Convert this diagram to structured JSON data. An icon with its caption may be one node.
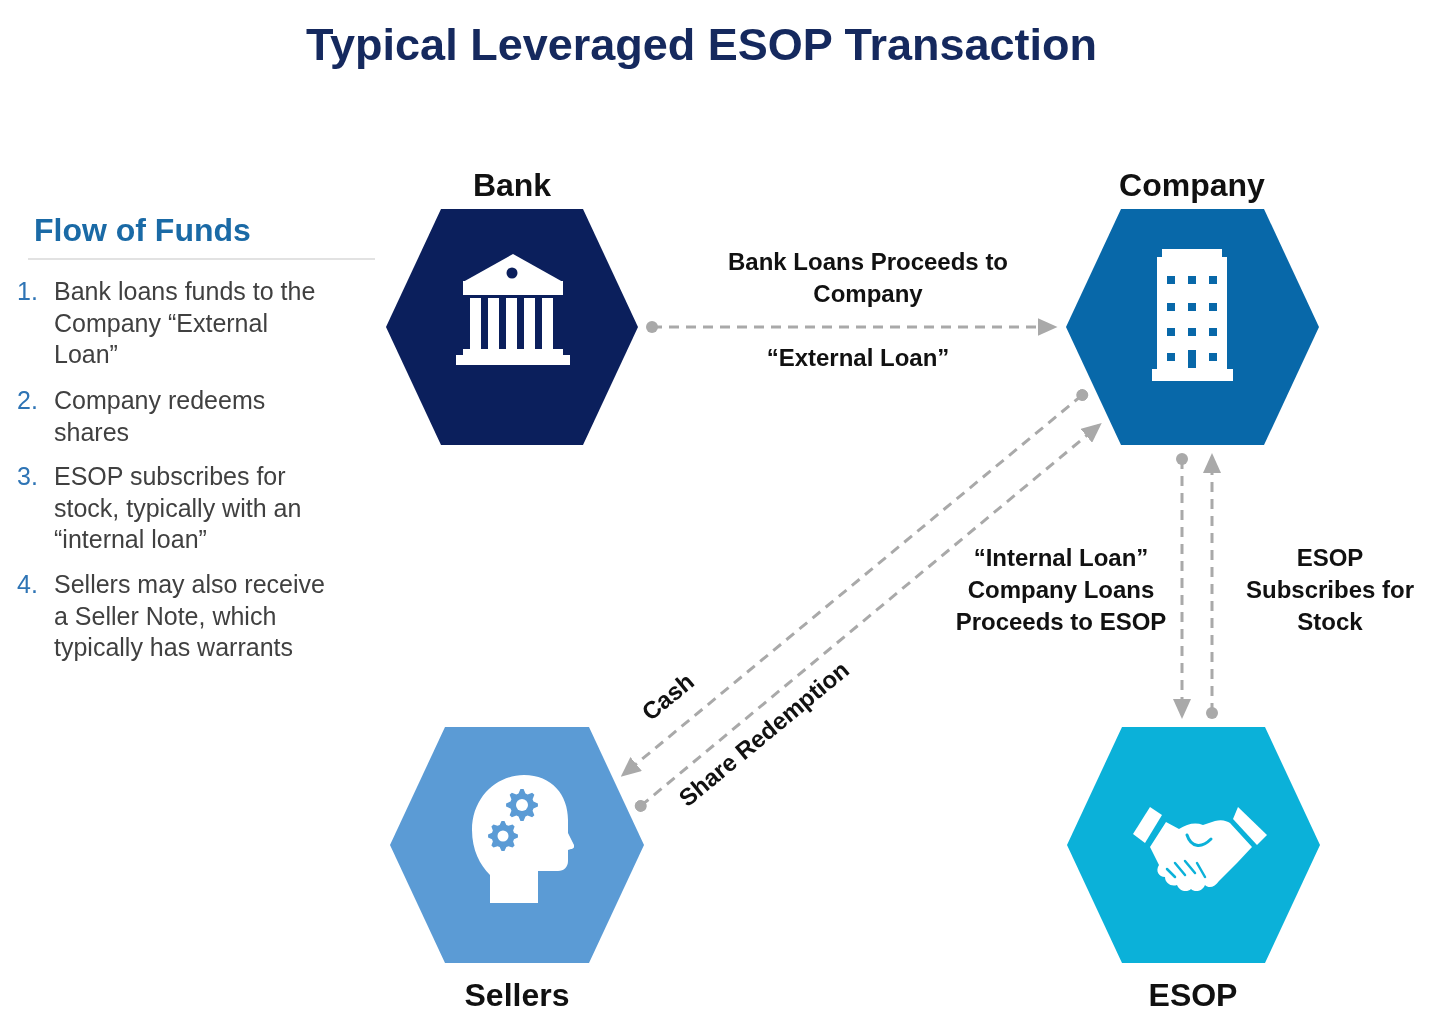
{
  "diagram": {
    "title": "Typical Leveraged ESOP Transaction",
    "nodes": [
      {
        "text": [
          "Bank"
        ]
      },
      {
        "text": [
          "Company"
        ]
      },
      {
        "text": [
          "Sellers"
        ]
      },
      {
        "text": [
          "ESOP"
        ]
      }
    ],
    "edges": [
      {
        "from": 0,
        "to": 1,
        "arrow": "to",
        "label": "Bank Loans Proceeds to Company",
        "style": "dashed"
      },
      {
        "from": 1,
        "to": 2,
        "arrow": "to",
        "label": "Cash",
        "style": "dashed"
      },
      {
        "from": 2,
        "to": 1,
        "arrow": "to",
        "label": "Share Redemption",
        "style": "dashed"
      },
      {
        "from": 1,
        "to": 3,
        "arrow": "to",
        "label": "“Internal Loan” Company Loans Proceeds to ESOP",
        "style": "dashed"
      },
      {
        "from": 3,
        "to": 1,
        "arrow": "to",
        "label": "ESOP Subscribes for Stock",
        "style": "dashed"
      }
    ],
    "labels": [
      "Flow of Funds",
      "1.",
      "Bank loans funds to the Company “External Loan”",
      "2.",
      "Company redeems shares",
      "3.",
      "ESOP subscribes for stock, typically with an “internal loan”",
      "4.",
      "Sellers may also receive a Seller Note, which typically has warrants",
      "“External Loan”"
    ]
  }
}
